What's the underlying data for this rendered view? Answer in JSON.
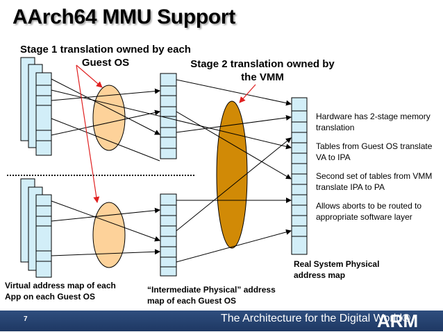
{
  "title": "AArch64 MMU Support",
  "stage1_label": "Stage 1 translation owned by each Guest OS",
  "stage2_label": "Stage 2 translation owned by the VMM",
  "bullets": [
    "Hardware has 2-stage memory translation",
    "Tables from Guest OS translate VA to IPA",
    "Second set of tables from VMM translate IPA to PA",
    "Allows aborts to be routed to appropriate software layer"
  ],
  "captions": {
    "real": "Real System Physical address map",
    "virtual": "Virtual address map of each App on each Guest OS",
    "ipa": "“Intermediate Physical” address map of each Guest OS"
  },
  "footer": {
    "page_number": "7",
    "tagline": "The Architecture for the Digital World®",
    "logo": "ARM"
  },
  "colors": {
    "map_fill": "#d2eef8",
    "stage1_oval": "#fdd29a",
    "stage2_oval": "#d18a06",
    "arrow_red": "#e02020",
    "footer": "#23406e"
  }
}
